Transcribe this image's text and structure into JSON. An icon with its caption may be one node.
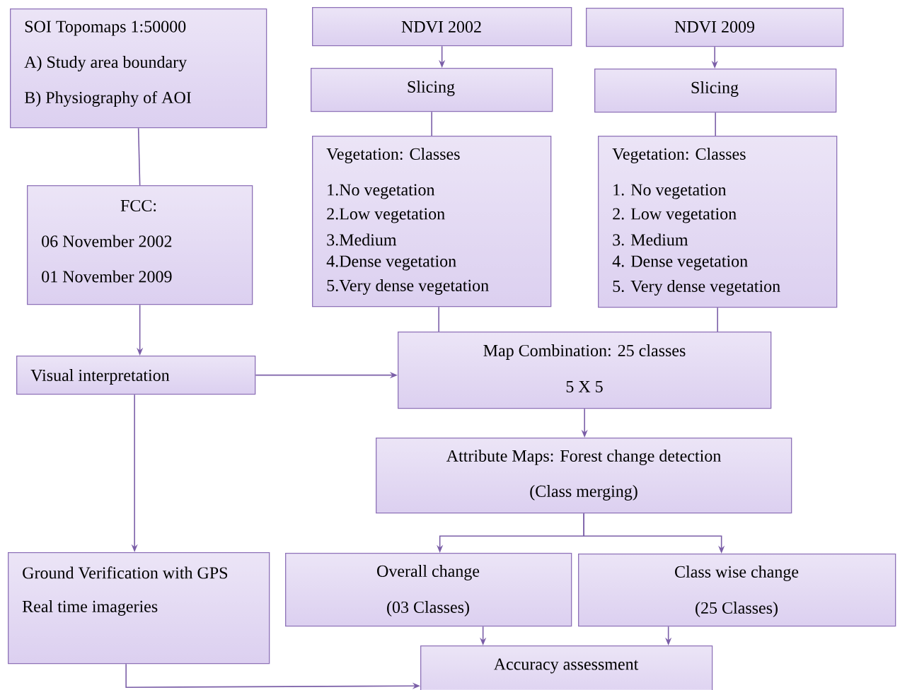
{
  "diagram": {
    "nodes": [
      {
        "text": [
          "SOI Topomaps 1:50000",
          "A) Study area boundary",
          "B) Physiography of AOI"
        ]
      },
      {
        "text": [
          "NDVI 2002"
        ]
      },
      {
        "text": [
          "NDVI 2009"
        ]
      },
      {
        "text": [
          "Slicing"
        ]
      },
      {
        "text": [
          "Slicing"
        ]
      },
      {
        "text": [
          "Vegetation: Classes",
          "1.No vegetation",
          "2.Low vegetation",
          "3.Medium",
          "4.Dense vegetation",
          "5.Very dense vegetation"
        ]
      },
      {
        "text": [
          "Vegetation: Classes",
          "1. No vegetation",
          "2. Low vegetation",
          "3. Medium",
          "4. Dense vegetation",
          "5. Very dense vegetation"
        ]
      },
      {
        "text": [
          "FCC:",
          "06 November 2002",
          "01 November 2009"
        ]
      },
      {
        "text": [
          "Visual interpretation"
        ]
      },
      {
        "text": [
          "Map Combination: 25 classes",
          "5 X 5"
        ]
      },
      {
        "text": [
          "Attribute Maps: Forest change detection",
          "(Class merging)"
        ]
      },
      {
        "text": [
          "Ground Verification with GPS",
          "Real time imageries"
        ]
      },
      {
        "text": [
          "Overall change",
          "(03 Classes)"
        ]
      },
      {
        "text": [
          "Class wise change",
          "(25 Classes)"
        ]
      },
      {
        "text": [
          "Accuracy assessment"
        ]
      }
    ],
    "edges": [
      {
        "from": 0,
        "to": 7,
        "arrow": "none"
      },
      {
        "from": 1,
        "to": 3,
        "arrow": "to"
      },
      {
        "from": 2,
        "to": 4,
        "arrow": "to"
      },
      {
        "from": 3,
        "to": 5,
        "arrow": "none"
      },
      {
        "from": 4,
        "to": 6,
        "arrow": "none"
      },
      {
        "from": 7,
        "to": 8,
        "arrow": "to"
      },
      {
        "from": 5,
        "to": 9,
        "arrow": "none"
      },
      {
        "from": 6,
        "to": 9,
        "arrow": "none"
      },
      {
        "from": 8,
        "to": 9,
        "arrow": "to"
      },
      {
        "from": 8,
        "to": 11,
        "arrow": "to"
      },
      {
        "from": 9,
        "to": 10,
        "arrow": "to"
      },
      {
        "from": 10,
        "to": 12,
        "arrow": "to"
      },
      {
        "from": 10,
        "to": 13,
        "arrow": "to"
      },
      {
        "from": 12,
        "to": 14,
        "arrow": "to"
      },
      {
        "from": 13,
        "to": 14,
        "arrow": "to"
      },
      {
        "from": 11,
        "to": 14,
        "arrow": "to"
      }
    ]
  }
}
